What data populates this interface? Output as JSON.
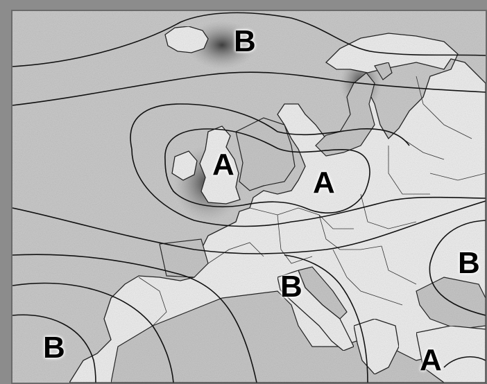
{
  "map": {
    "pressure_systems": [
      {
        "id": "iceland-low",
        "label": "B",
        "type": "low"
      },
      {
        "id": "britain-high",
        "label": "A",
        "type": "high"
      },
      {
        "id": "central-europe-high",
        "label": "A",
        "type": "high"
      },
      {
        "id": "italy-low",
        "label": "B",
        "type": "low"
      },
      {
        "id": "black-sea-low",
        "label": "B",
        "type": "low"
      },
      {
        "id": "atlantic-low",
        "label": "B",
        "type": "low"
      },
      {
        "id": "mediterranean-high",
        "label": "A",
        "type": "high"
      }
    ],
    "colors": {
      "frame": "#8c8c8c",
      "sea": "#c8c8c8",
      "land": "#ececec",
      "shadow": "#5a5a5a",
      "isobar": "#111111",
      "label": "#000000"
    }
  }
}
